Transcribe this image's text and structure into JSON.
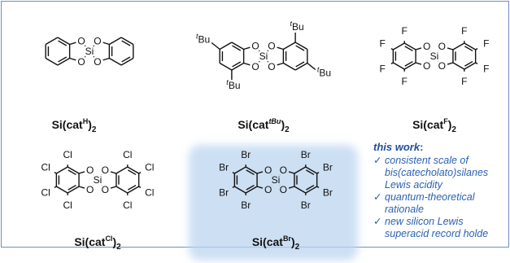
{
  "compounds": [
    {
      "name": "Si(cat",
      "sup": "H",
      "tail": ")",
      "sub": "2"
    },
    {
      "name": "Si(cat",
      "sup": "tBu",
      "tail": ")",
      "sub": "2"
    },
    {
      "name": "Si(cat",
      "sup": "F",
      "tail": ")",
      "sub": "2"
    },
    {
      "name": "Si(cat",
      "sup": "Cl",
      "tail": ")",
      "sub": "2"
    },
    {
      "name": "Si(cat",
      "sup": "Br",
      "tail": ")",
      "sub": "2"
    }
  ],
  "atoms": {
    "si": "Si",
    "o": "O",
    "f": "F",
    "cl": "Cl",
    "br": "Br",
    "tbu": "Bu",
    "tbu_prefix": "t"
  },
  "this_work": {
    "title": "this work",
    "items": [
      "consistent scale of",
      "bis(catecholato)silanes",
      "Lewis acidity",
      "quantum-theoretical",
      "rationale",
      "new silicon Lewis",
      "superacid record holde"
    ]
  },
  "colors": {
    "border": "#6b8fc0",
    "accent": "#1f4e9c",
    "glow": "#bcd5f0"
  }
}
